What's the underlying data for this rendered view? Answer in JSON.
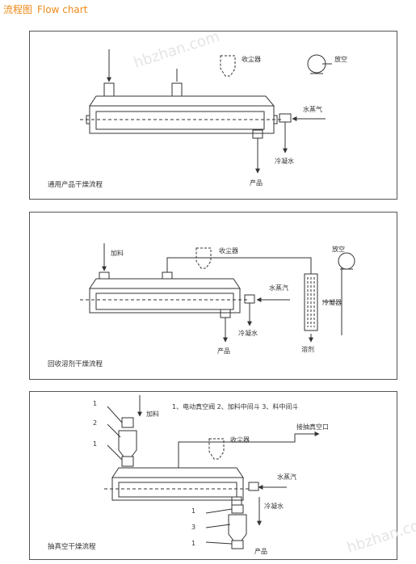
{
  "header": {
    "title_cn": "流程图",
    "title_en": "Flow chart"
  },
  "panel1": {
    "caption": "通用产品干燥流程",
    "labels": {
      "dust": "收尘器",
      "vent": "放空",
      "steam": "水蒸气",
      "condensate": "冷凝水",
      "product": "产品"
    }
  },
  "panel2": {
    "caption": "回收溶剂干燥流程",
    "labels": {
      "feed": "加料",
      "dust": "收尘器",
      "vent": "放空",
      "steam": "水蒸汽",
      "condenser": "冷凝器",
      "condensate": "冷凝水",
      "product": "产品",
      "solvent": "溶剂"
    }
  },
  "panel3": {
    "caption": "抽真空干燥流程",
    "legend": "1、电动真空阀 2、加料中间斗 3、料中间斗",
    "labels": {
      "feed": "加料",
      "dust": "收尘器",
      "vacuum": "接抽真空口",
      "steam": "水蒸汽",
      "condensate": "冷凝水",
      "product": "产品",
      "n1a": "1",
      "n2": "2",
      "n1b": "1",
      "n1c": "1",
      "n3": "3",
      "n1d": "1"
    }
  },
  "watermark": "hbzhan.com",
  "colors": {
    "header": "#ee8a1a",
    "line": "#333333"
  }
}
